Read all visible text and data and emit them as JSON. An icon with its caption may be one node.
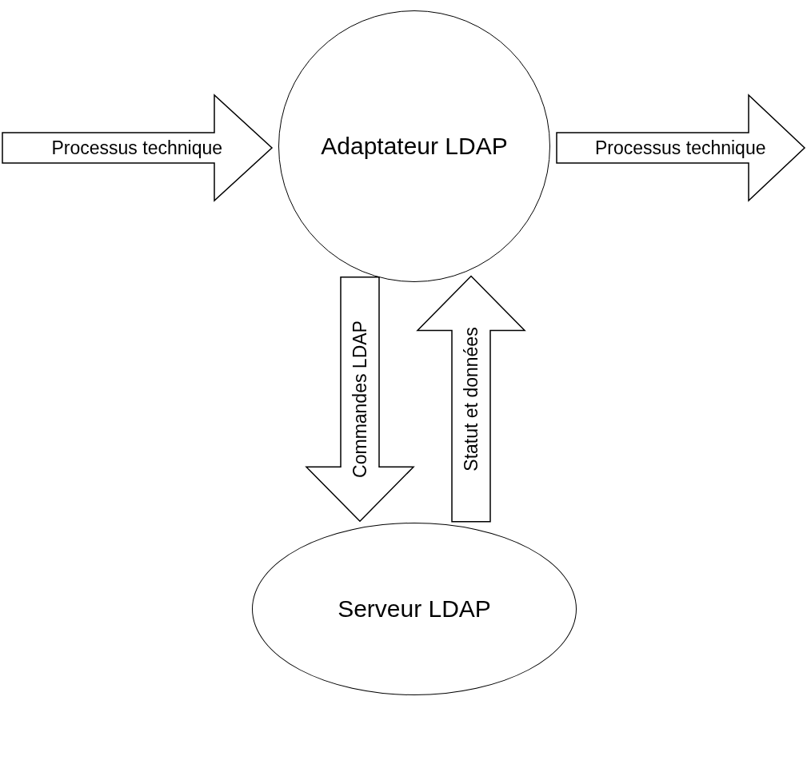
{
  "diagram": {
    "nodes": [
      {
        "text": [
          "Adaptateur LDAP"
        ]
      },
      {
        "text": [
          "Serveur LDAP"
        ]
      }
    ],
    "edges": [
      {
        "from": null,
        "to": 0,
        "arrow": "to",
        "label": "Processus technique"
      },
      {
        "from": 0,
        "to": null,
        "arrow": "to",
        "label": "Processus technique"
      },
      {
        "from": 0,
        "to": 1,
        "arrow": "to",
        "label": "Commandes LDAP"
      },
      {
        "from": 1,
        "to": 0,
        "arrow": "to",
        "label": "Statut et données"
      }
    ]
  }
}
